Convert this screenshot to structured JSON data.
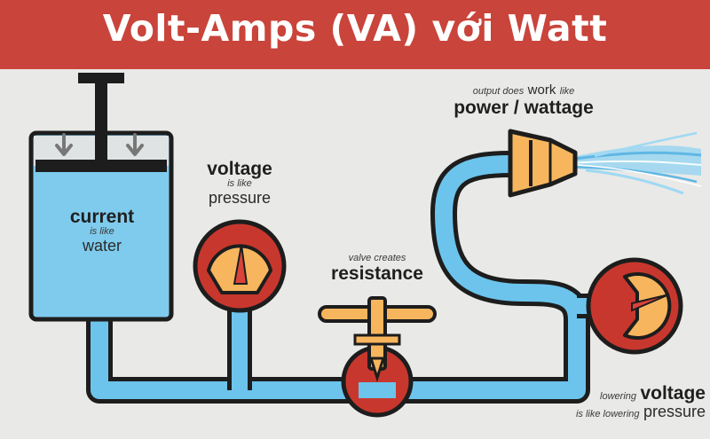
{
  "title": "Volt-Amps (VA) với Watt",
  "colors": {
    "banner": "#c9443b",
    "background": "#e9e9e7",
    "pipe": "#6cc4ec",
    "outline": "#1d1d1d",
    "water": "#7fcbed",
    "gauge_red": "#c8372d",
    "gauge_face": "#f7b65e",
    "needle": "#d9433a",
    "arrow_gray": "#777777"
  },
  "labels": {
    "current": {
      "main": "current",
      "sub": "is like",
      "compare": "water"
    },
    "voltage": {
      "main": "voltage",
      "sub": "is like",
      "compare": "pressure"
    },
    "resistance": {
      "sub": "valve creates",
      "main": "resistance"
    },
    "power": {
      "sub_pre": "output does",
      "sub_em": "work",
      "sub_post": "like",
      "main": "power / wattage"
    },
    "lowering": {
      "pre": "lowering",
      "main": "voltage",
      "sub": "is like lowering",
      "compare": "pressure"
    }
  },
  "icons": {
    "piston": "piston-plunger-icon",
    "arrows": "down-arrow-icon",
    "gauge_high": "pressure-gauge-icon",
    "valve": "valve-icon",
    "nozzle": "nozzle-icon",
    "spray": "water-spray-icon",
    "gauge_low": "pressure-gauge-icon"
  }
}
